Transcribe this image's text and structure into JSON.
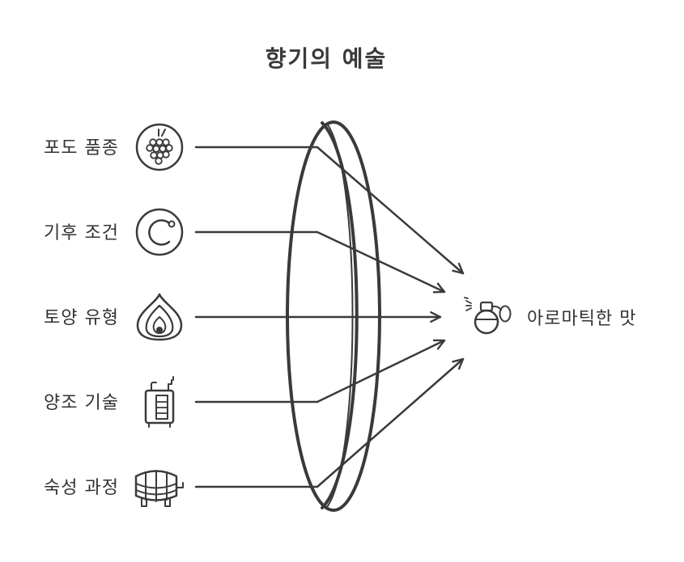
{
  "title": "향기의 예술",
  "factors": [
    {
      "label": "포도 품종",
      "icon": "grape-icon"
    },
    {
      "label": "기후 조건",
      "icon": "climate-icon"
    },
    {
      "label": "토양 유형",
      "icon": "soil-icon"
    },
    {
      "label": "양조 기술",
      "icon": "brewing-equipment-icon"
    },
    {
      "label": "숙성 과정",
      "icon": "barrel-icon"
    }
  ],
  "result": {
    "label": "아로마틱한 맛",
    "icon": "perfume-bottle-icon"
  },
  "colors": {
    "ink": "#3a3a3a",
    "background": "#ffffff"
  }
}
